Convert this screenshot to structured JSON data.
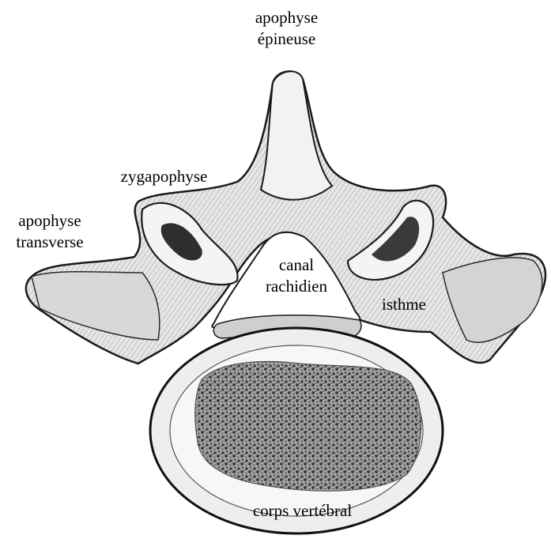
{
  "labels": {
    "spinous_process": [
      "apophyse",
      "épineuse"
    ],
    "zygapophysis": "zygapophyse",
    "transverse_process": [
      "apophyse",
      "transverse"
    ],
    "spinal_canal": [
      "canal",
      "rachidien"
    ],
    "isthmus": "isthme",
    "vertebral_body": "corps vertébral"
  },
  "colors": {
    "bone_fill": "#ececec",
    "bone_shade": "#bdbdbd",
    "ink": "#1a1a1a",
    "cancellous": "#8f8f8f",
    "background": "#ffffff"
  }
}
